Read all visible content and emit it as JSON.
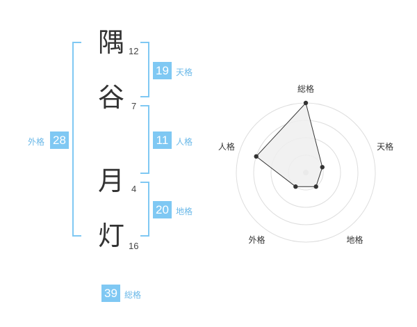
{
  "name_chars": [
    {
      "char": "隅",
      "strokes": "12"
    },
    {
      "char": "谷",
      "strokes": "7"
    },
    {
      "char": "月",
      "strokes": "4"
    },
    {
      "char": "灯",
      "strokes": "16"
    }
  ],
  "kaku": {
    "tenkaku": {
      "value": "19",
      "label": "天格"
    },
    "jinkaku": {
      "value": "11",
      "label": "人格"
    },
    "chikaku": {
      "value": "20",
      "label": "地格"
    },
    "gaikaku": {
      "value": "28",
      "label": "外格"
    },
    "soukaku": {
      "value": "39",
      "label": "総格"
    }
  },
  "chart_data": {
    "type": "radar",
    "axes": [
      "総格",
      "天格",
      "地格",
      "外格",
      "人格"
    ],
    "values": [
      4,
      1,
      1,
      1,
      3
    ],
    "rmax": 4,
    "rings": 4,
    "fill_color": "#eeeeee",
    "line_color": "#333333"
  }
}
